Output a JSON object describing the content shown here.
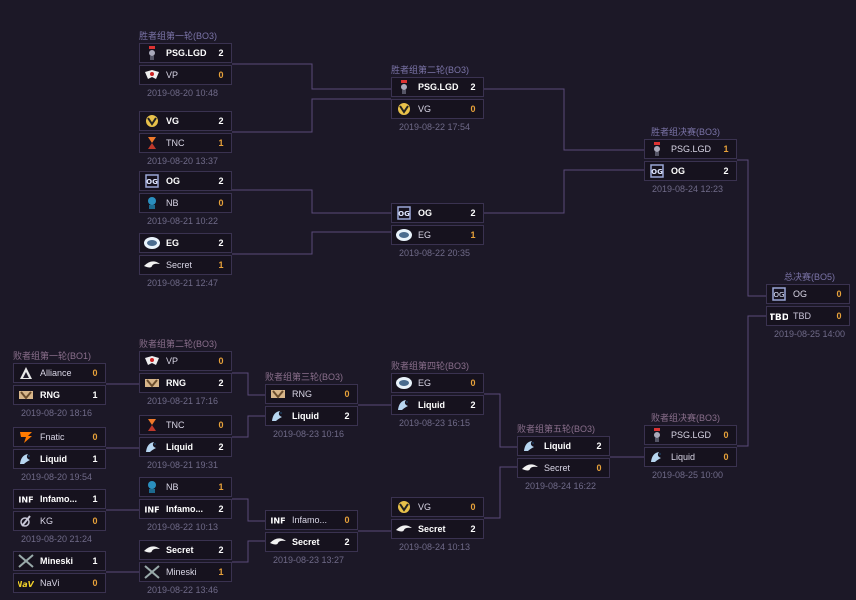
{
  "matches": [
    {
      "title": "胜者组第一轮(BO3)",
      "t1": {
        "name": "PSG.LGD",
        "score": "2",
        "logo": "lgd-icon"
      },
      "t2": {
        "name": "VP",
        "score": "0",
        "logo": "vp-icon"
      },
      "date": "2019-08-20 10:48"
    },
    {
      "title": "",
      "t1": {
        "name": "VG",
        "score": "2",
        "logo": "vg-icon"
      },
      "t2": {
        "name": "TNC",
        "score": "1",
        "logo": "tnc-icon"
      },
      "date": "2019-08-20 13:37"
    },
    {
      "title": "",
      "t1": {
        "name": "OG",
        "score": "2",
        "logo": "og-icon"
      },
      "t2": {
        "name": "NB",
        "score": "0",
        "logo": "nb-icon"
      },
      "date": "2019-08-21 10:22"
    },
    {
      "title": "",
      "t1": {
        "name": "EG",
        "score": "2",
        "logo": "eg-icon"
      },
      "t2": {
        "name": "Secret",
        "score": "1",
        "logo": "secret-icon"
      },
      "date": "2019-08-21 12:47"
    },
    {
      "title": "胜者组第二轮(BO3)",
      "t1": {
        "name": "PSG.LGD",
        "score": "2",
        "logo": "lgd-icon"
      },
      "t2": {
        "name": "VG",
        "score": "0",
        "logo": "vg-icon"
      },
      "date": "2019-08-22 17:54"
    },
    {
      "title": "",
      "t1": {
        "name": "OG",
        "score": "2",
        "logo": "og-icon"
      },
      "t2": {
        "name": "EG",
        "score": "1",
        "logo": "eg-icon"
      },
      "date": "2019-08-22 20:35"
    },
    {
      "title": "胜者组决赛(BO3)",
      "t1": {
        "name": "PSG.LGD",
        "score": "1",
        "logo": "lgd-icon"
      },
      "t2": {
        "name": "OG",
        "score": "2",
        "logo": "og-icon"
      },
      "date": "2019-08-24 12:23"
    },
    {
      "title": "总决赛(BO5)",
      "t1": {
        "name": "OG",
        "score": "0",
        "logo": "og-icon"
      },
      "t2": {
        "name": "TBD",
        "score": "0",
        "logo": "tbd-icon"
      },
      "date": "2019-08-25 14:00"
    },
    {
      "title": "败者组第一轮(BO1)",
      "t1": {
        "name": "Alliance",
        "score": "0",
        "logo": "alliance-icon"
      },
      "t2": {
        "name": "RNG",
        "score": "1",
        "logo": "rng-icon"
      },
      "date": "2019-08-20 18:16"
    },
    {
      "title": "",
      "t1": {
        "name": "Fnatic",
        "score": "0",
        "logo": "fnatic-icon"
      },
      "t2": {
        "name": "Liquid",
        "score": "1",
        "logo": "liquid-icon"
      },
      "date": "2019-08-20 19:54"
    },
    {
      "title": "",
      "t1": {
        "name": "Infamo...",
        "score": "1",
        "logo": "infamous-icon"
      },
      "t2": {
        "name": "KG",
        "score": "0",
        "logo": "kg-icon"
      },
      "date": "2019-08-20 21:24"
    },
    {
      "title": "",
      "t1": {
        "name": "Mineski",
        "score": "1",
        "logo": "mineski-icon"
      },
      "t2": {
        "name": "NaVi",
        "score": "0",
        "logo": "navi-icon"
      },
      "date": ""
    },
    {
      "title": "败者组第二轮(BO3)",
      "t1": {
        "name": "VP",
        "score": "0",
        "logo": "vp-icon"
      },
      "t2": {
        "name": "RNG",
        "score": "2",
        "logo": "rng-icon"
      },
      "date": "2019-08-21 17:16"
    },
    {
      "title": "",
      "t1": {
        "name": "TNC",
        "score": "0",
        "logo": "tnc-icon"
      },
      "t2": {
        "name": "Liquid",
        "score": "2",
        "logo": "liquid-icon"
      },
      "date": "2019-08-21 19:31"
    },
    {
      "title": "",
      "t1": {
        "name": "NB",
        "score": "1",
        "logo": "nb-icon"
      },
      "t2": {
        "name": "Infamo...",
        "score": "2",
        "logo": "infamous-icon"
      },
      "date": "2019-08-22 10:13"
    },
    {
      "title": "",
      "t1": {
        "name": "Secret",
        "score": "2",
        "logo": "secret-icon"
      },
      "t2": {
        "name": "Mineski",
        "score": "1",
        "logo": "mineski-icon"
      },
      "date": "2019-08-22 13:46"
    },
    {
      "title": "败者组第三轮(BO3)",
      "t1": {
        "name": "RNG",
        "score": "0",
        "logo": "rng-icon"
      },
      "t2": {
        "name": "Liquid",
        "score": "2",
        "logo": "liquid-icon"
      },
      "date": "2019-08-23 10:16"
    },
    {
      "title": "",
      "t1": {
        "name": "Infamo...",
        "score": "0",
        "logo": "infamous-icon"
      },
      "t2": {
        "name": "Secret",
        "score": "2",
        "logo": "secret-icon"
      },
      "date": "2019-08-23 13:27"
    },
    {
      "title": "败者组第四轮(BO3)",
      "t1": {
        "name": "EG",
        "score": "0",
        "logo": "eg-icon"
      },
      "t2": {
        "name": "Liquid",
        "score": "2",
        "logo": "liquid-icon"
      },
      "date": "2019-08-23 16:15"
    },
    {
      "title": "",
      "t1": {
        "name": "VG",
        "score": "0",
        "logo": "vg-icon"
      },
      "t2": {
        "name": "Secret",
        "score": "2",
        "logo": "secret-icon"
      },
      "date": "2019-08-24 10:13"
    },
    {
      "title": "败者组第五轮(BO3)",
      "t1": {
        "name": "Liquid",
        "score": "2",
        "logo": "liquid-icon"
      },
      "t2": {
        "name": "Secret",
        "score": "0",
        "logo": "secret-icon"
      },
      "date": "2019-08-24 16:22"
    },
    {
      "title": "败者组决赛(BO3)",
      "t1": {
        "name": "PSG.LGD",
        "score": "0",
        "logo": "lgd-icon"
      },
      "t2": {
        "name": "Liquid",
        "score": "0",
        "logo": "liquid-icon"
      },
      "date": "2019-08-25 10:00"
    }
  ],
  "colors": {
    "background": "#1c1827",
    "line": "#5a4a7a",
    "score_accent": "#e8a23a"
  }
}
